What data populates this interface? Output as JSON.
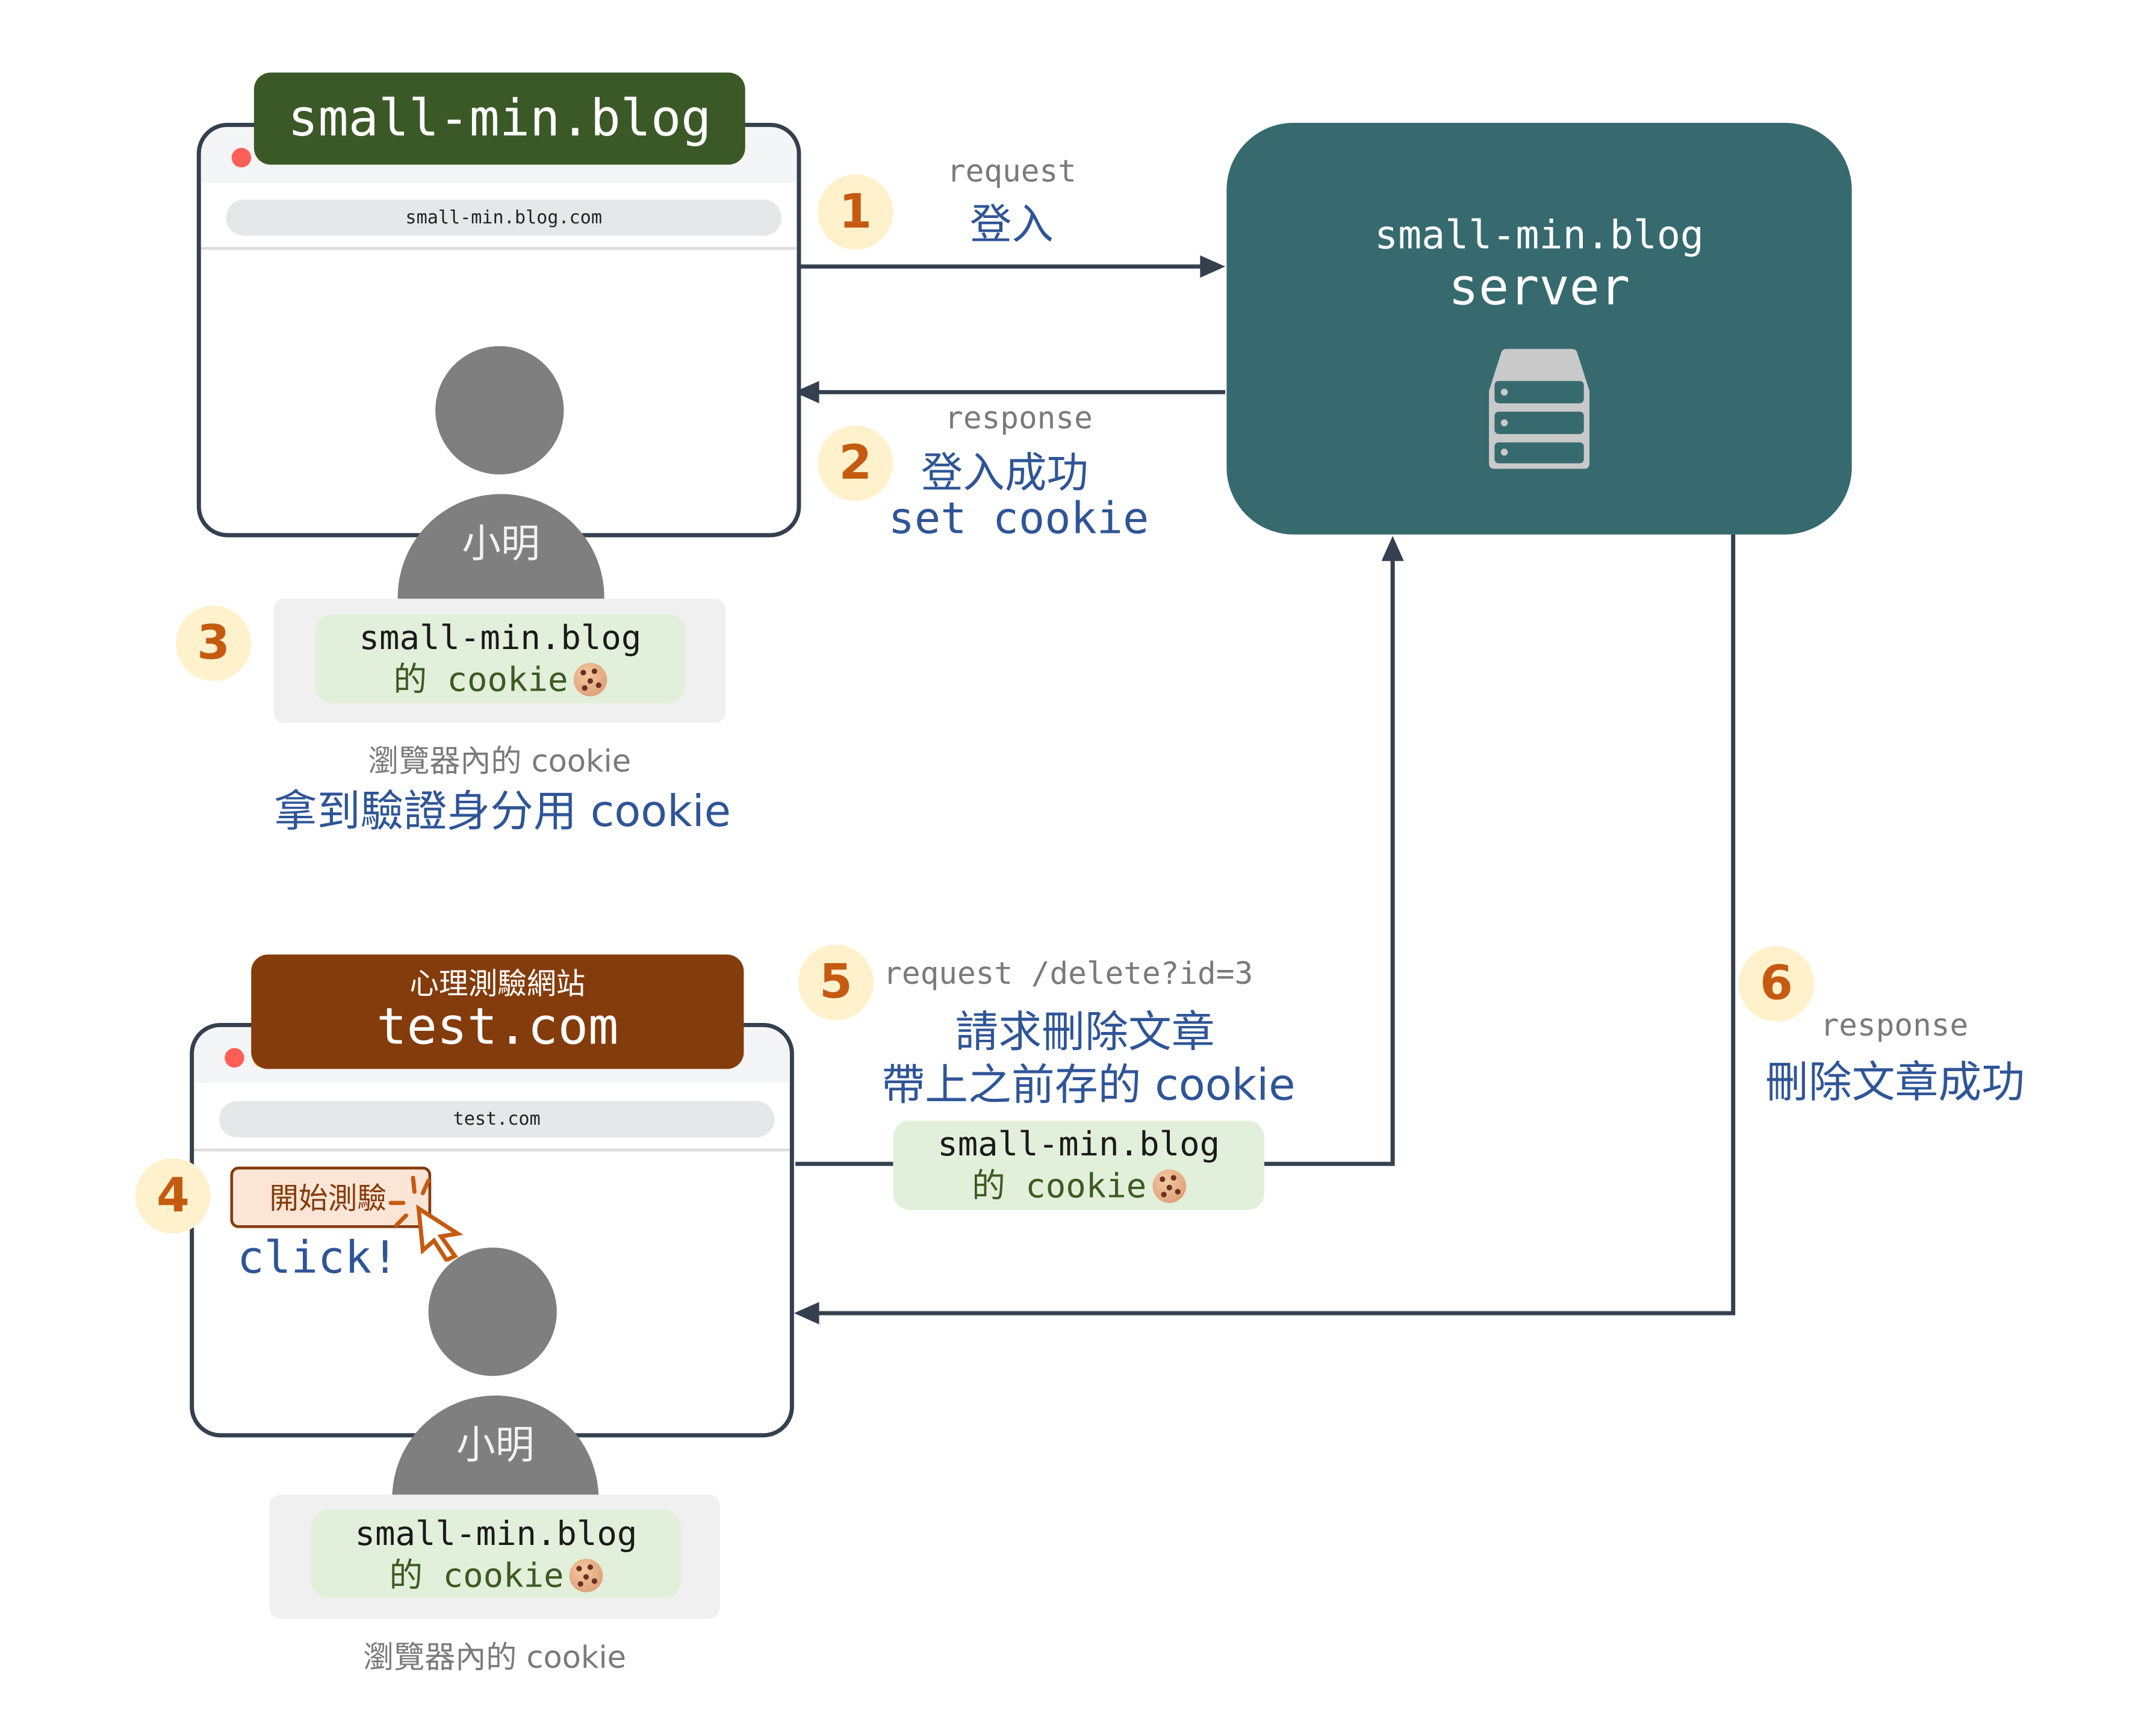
{
  "colors": {
    "frame": "#34404e",
    "site_tag_blog": "#3b5927",
    "site_tag_test": "#843c0c",
    "server_bg": "#366a6e",
    "step_bg": "#fff1cc",
    "step_fg": "#c55a11",
    "cookie_bg": "#e2efda",
    "label_blue": "#2f5597",
    "label_gray": "#7a7a7a"
  },
  "top_browser": {
    "site_tag": "small-min.blog",
    "url": "small-min.blog.com",
    "user_name": "小明",
    "cookie_domain": "small-min.blog",
    "cookie_label": "的 cookie",
    "jar_caption": "瀏覽器內的 cookie",
    "note": "拿到驗證身分用 cookie"
  },
  "server": {
    "title": "small-min.blog",
    "subtitle": "server",
    "icon": "server-stack-icon"
  },
  "steps": [
    {
      "number": "1",
      "kind": "request",
      "label": "登入"
    },
    {
      "number": "2",
      "kind": "response",
      "label": "登入成功",
      "extra": "set cookie"
    },
    {
      "number": "3"
    },
    {
      "number": "4",
      "action": "click!"
    },
    {
      "number": "5",
      "kind": "request /delete?id=3",
      "label": "請求刪除文章",
      "extra": "帶上之前存的 cookie"
    },
    {
      "number": "6",
      "kind": "response",
      "label": "刪除文章成功"
    }
  ],
  "bottom_browser": {
    "site_tag_sub": "心理測驗網站",
    "site_tag": "test.com",
    "url": "test.com",
    "button_label": "開始測驗",
    "user_name": "小明",
    "cookie_domain": "small-min.blog",
    "cookie_label": "的 cookie",
    "jar_caption": "瀏覽器內的 cookie"
  },
  "sent_cookie": {
    "domain": "small-min.blog",
    "label": "的 cookie"
  }
}
